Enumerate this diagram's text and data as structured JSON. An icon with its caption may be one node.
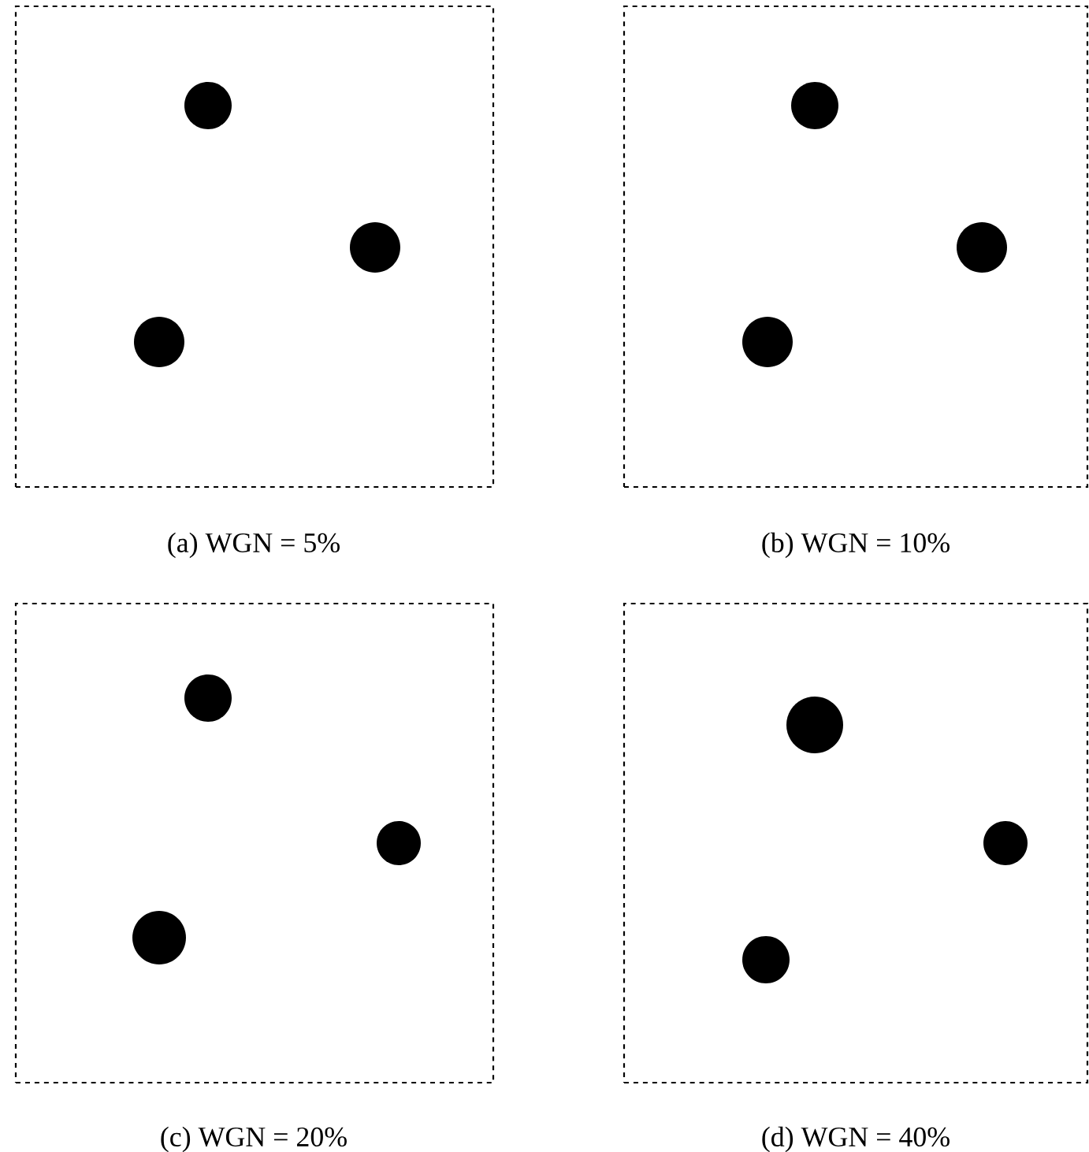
{
  "diagram": {
    "nodes": [
      {
        "text": [],
        "shape": "box"
      },
      {
        "text": [],
        "shape": "box"
      },
      {
        "text": [],
        "shape": "box"
      },
      {
        "text": [],
        "shape": "box"
      }
    ],
    "labels": [
      "(a) WGN = 5%",
      "(b) WGN = 10%",
      "(c) WGN = 20%",
      "(d) WGN = 40%"
    ]
  }
}
